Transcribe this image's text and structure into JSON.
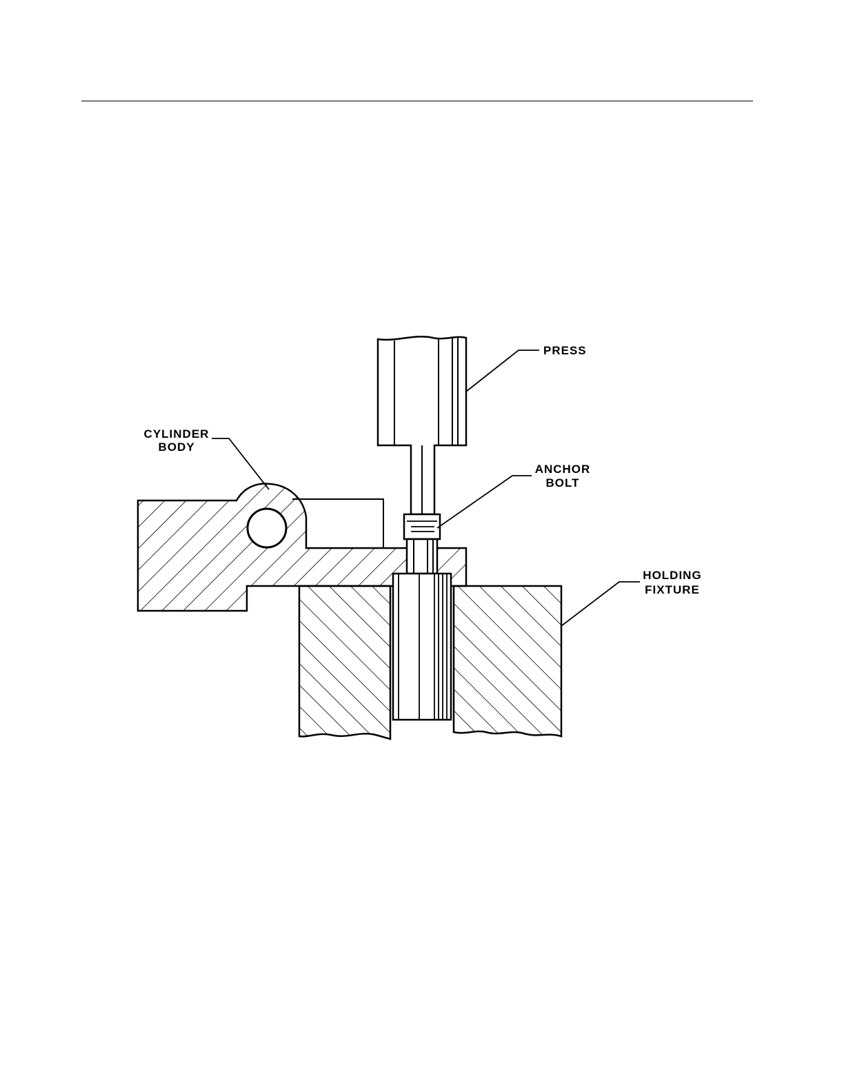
{
  "figure": {
    "labels": {
      "press": "PRESS",
      "cylinder_body": [
        "CYLINDER",
        "BODY"
      ],
      "anchor_bolt": [
        "ANCHOR",
        "BOLT"
      ],
      "holding_fixture": [
        "HOLDING",
        "FIXTURE"
      ]
    }
  }
}
